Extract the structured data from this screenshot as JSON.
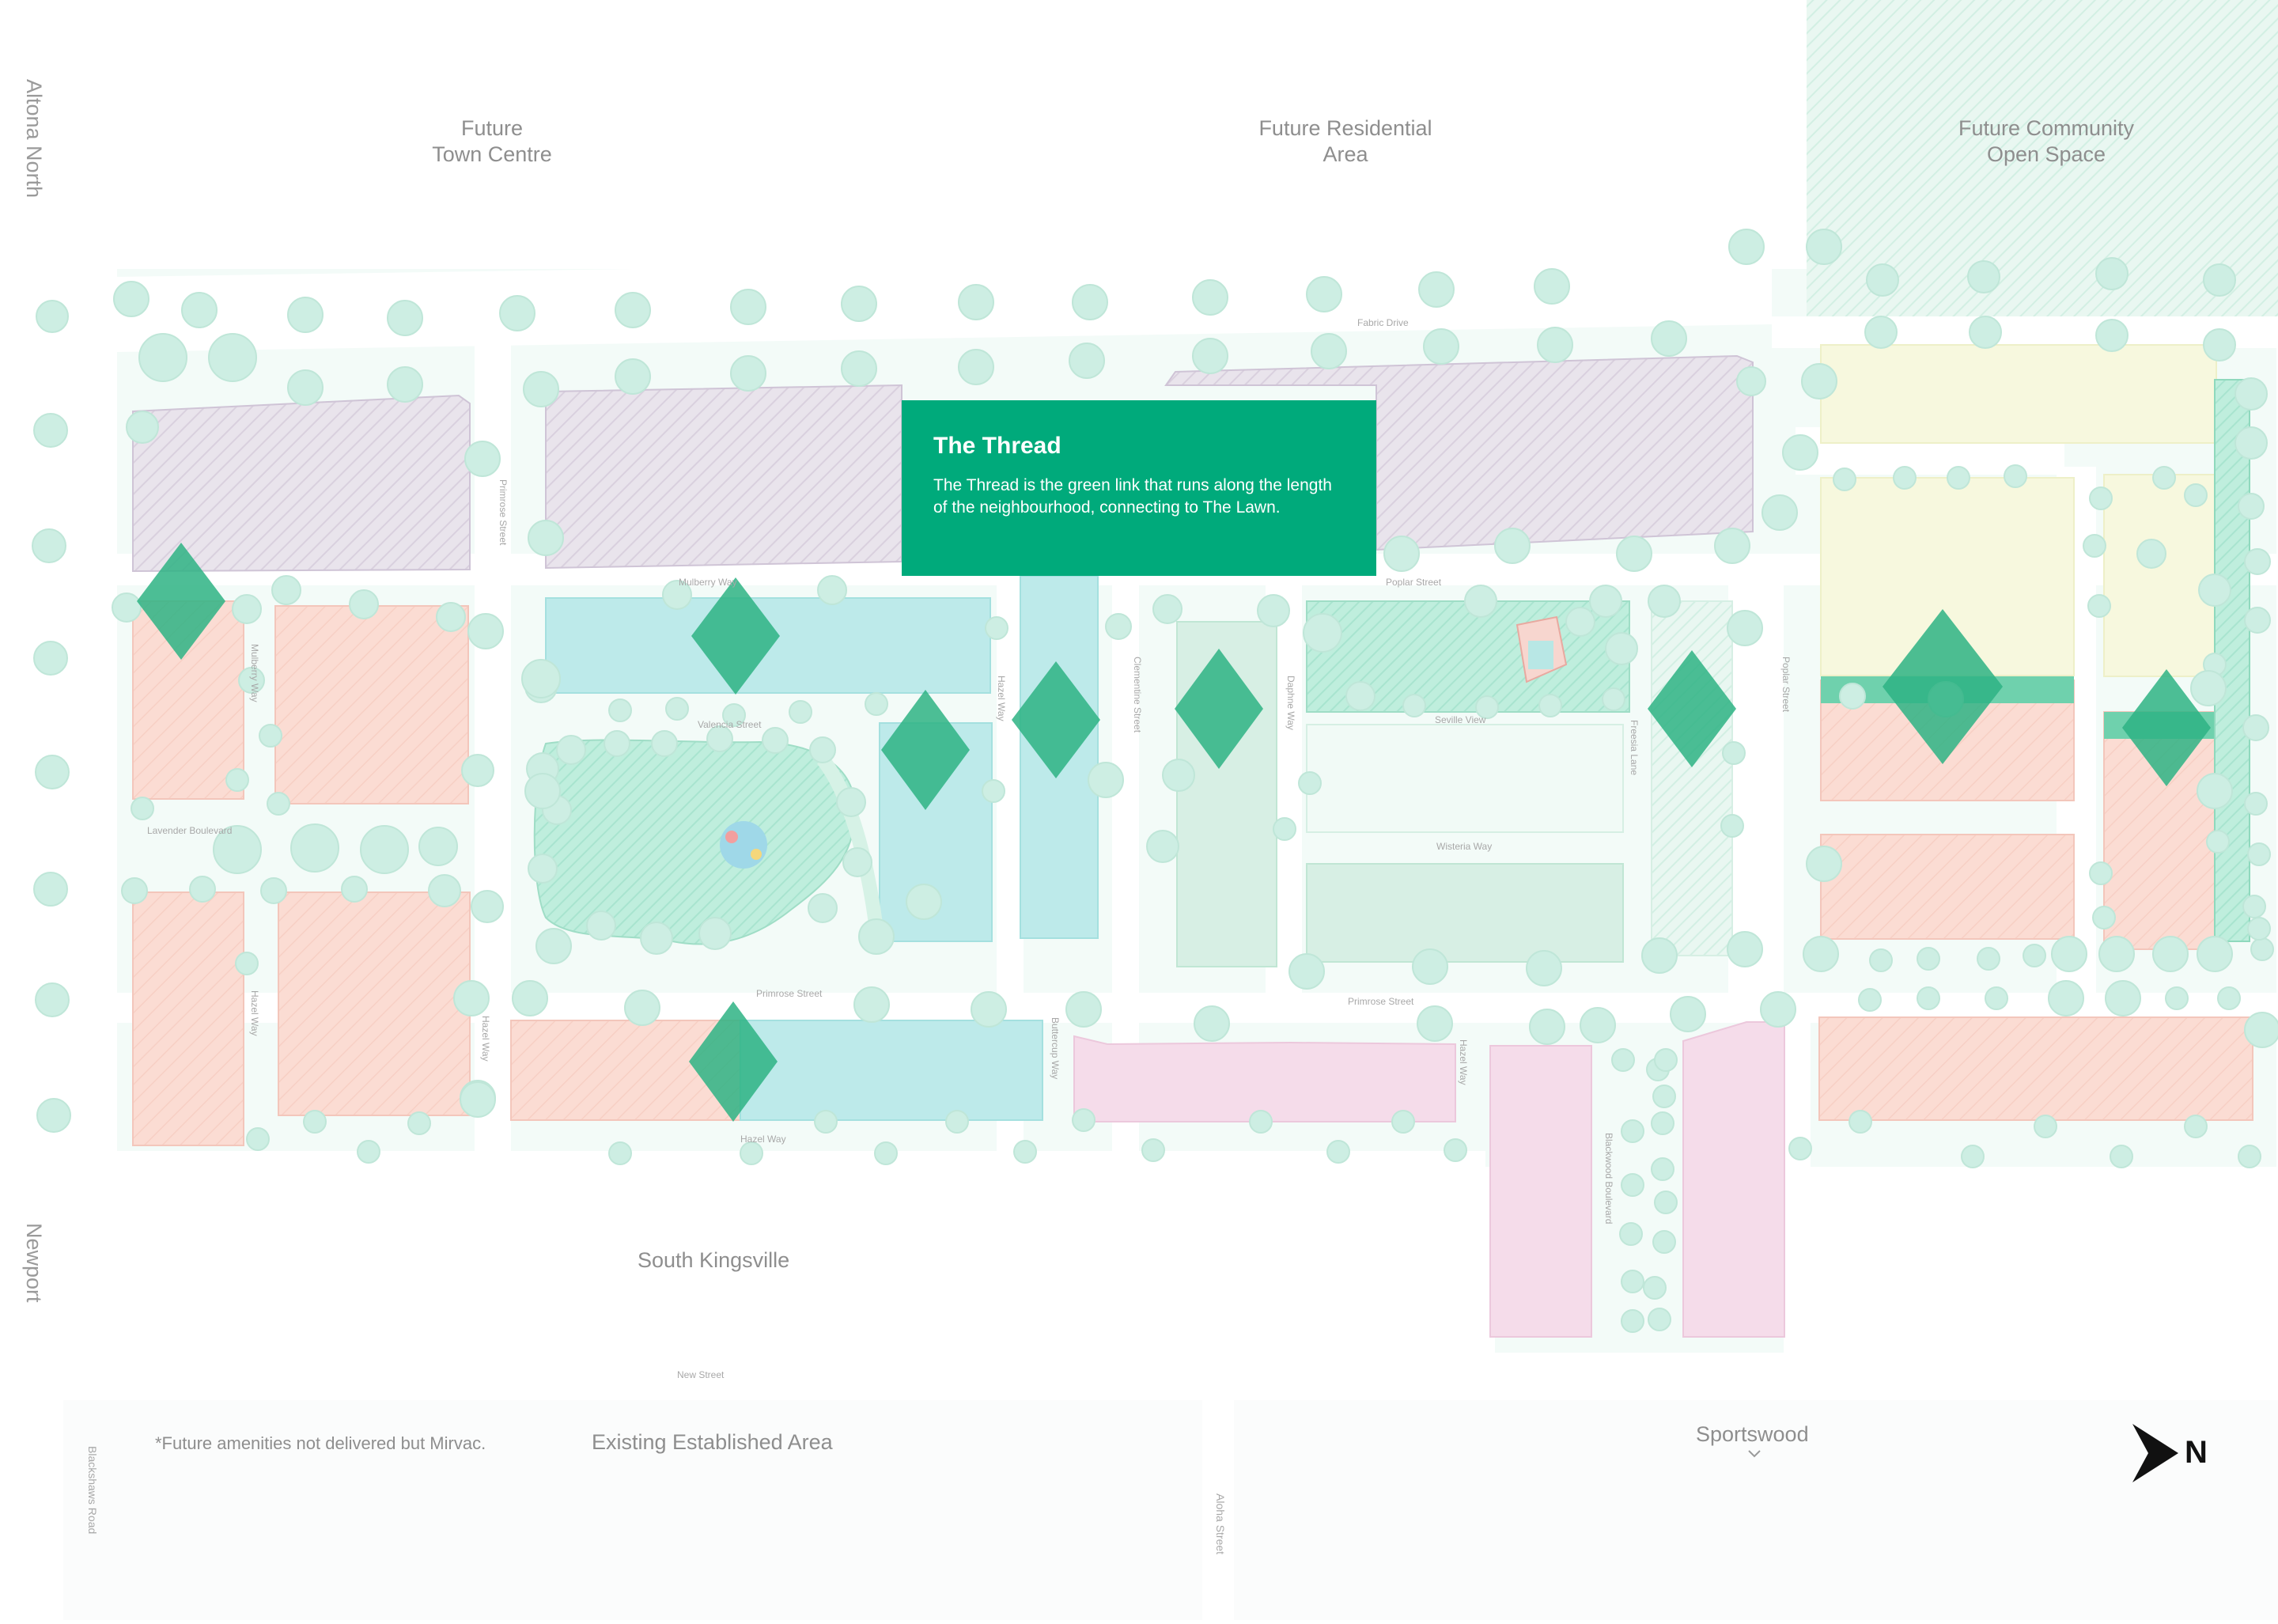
{
  "area_labels": {
    "future_town_centre": "Future\nTown Centre",
    "future_residential": "Future Residential\nArea",
    "future_open_space": "Future Community\nOpen Space",
    "south_kingsville": "South Kingsville",
    "existing_area": "Existing Established Area",
    "sportswood": "Sportswood"
  },
  "suburbs": {
    "altona_north": "Altona North",
    "newport": "Newport"
  },
  "streets": {
    "fabric_drive": "Fabric Drive",
    "poplar_street": "Poplar Street",
    "mulberry_way": "Mulberry Way",
    "mulberry_way_2": "Mulberry Way",
    "valencia_street": "Valencia Street",
    "primrose_street": "Primrose Street",
    "primrose_street_2": "Primrose Street",
    "primrose_street_3": "Primrose Street",
    "hazel_way": "Hazel Way",
    "hazel_way_2": "Hazel Way",
    "hazel_way_3": "Hazel Way",
    "hazel_way_4": "Hazel Way",
    "hazel_way_5": "Hazel Way",
    "lavender_boulevard": "Lavender Boulevard",
    "clementine_street": "Clementine Street",
    "daphne_way": "Daphne Way",
    "seville_view": "Seville View",
    "wisteria_way": "Wisteria Way",
    "freesia_lane": "Freesia Lane",
    "poplar_street_v": "Poplar Street",
    "buttercup_way": "Buttercup Way",
    "blackwood_boulevard": "Blackwood Boulevard",
    "new_street": "New Street",
    "blackshaws_road": "Blackshaws Road",
    "aloha_street": "Aloha Street"
  },
  "footnote": "*Future amenities not delivered but Mirvac.",
  "callout": {
    "title": "The Thread",
    "body": "The Thread is the green link that runs along the length of the neighbourhood, connecting to The Lawn."
  },
  "compass": {
    "label": "N"
  },
  "colors": {
    "thread_green": "#00aa7b",
    "marker_green": "#2eb384",
    "precinct_lilac": "#e7e1ea",
    "lots_pink": "#fbd9d3",
    "lots_cyan": "#b8eaea",
    "lots_mint": "#d6eee3",
    "lots_magenta": "#f4dcea",
    "lots_yellow": "#f7f8dd",
    "tree": "#cfeee4",
    "road_bg": "#f4fbf8"
  },
  "icons": {
    "north_arrow": "north-arrow-icon",
    "chevron": "chevron-down-icon",
    "thread_marker": "diamond-marker-icon"
  }
}
